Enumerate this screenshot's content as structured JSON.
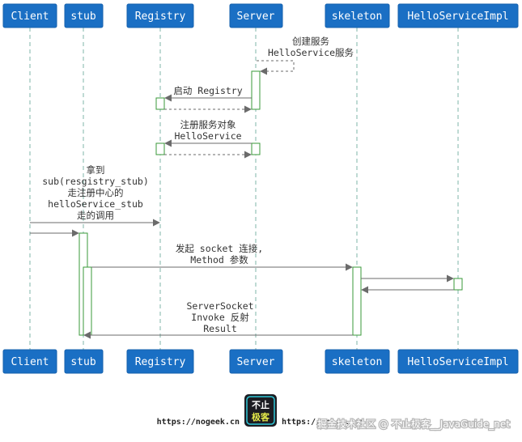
{
  "participants": [
    "Client",
    "stub",
    "Registry",
    "Server",
    "skeleton",
    "HelloServiceImpl"
  ],
  "messages": {
    "m1": [
      "创建服务",
      "HelloService服务"
    ],
    "m2": [
      "启动 Registry"
    ],
    "m3": [
      "注册服务对象",
      "HelloService"
    ],
    "m4": [
      "拿到",
      "sub(resgistry_stub)",
      "走注册中心的",
      "helloService_stub",
      "走的调用"
    ],
    "m5": [
      "发起 socket 连接,",
      "Method 参数"
    ],
    "m6": [
      "ServerSocket",
      "Invoke 反射",
      "Result"
    ]
  },
  "footer": {
    "left_url": "https://nogeek.cn",
    "logo_top": "不止",
    "logo_bottom": "极客",
    "right_url": "https://unlcs.com",
    "watermark": "掘金技术社区 @ 不止极客__JavaGuide_net"
  }
}
